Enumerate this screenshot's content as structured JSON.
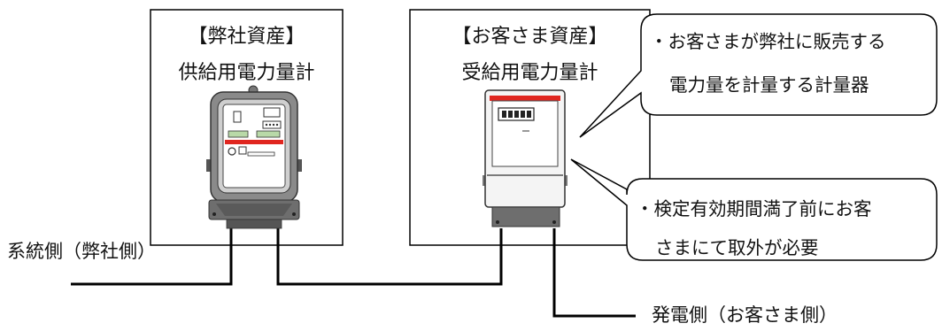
{
  "company_box": {
    "title": "【弊社資産】",
    "subtitle": "供給用電力量計"
  },
  "customer_box": {
    "title": "【お客さま資産】",
    "subtitle": "受給用電力量計"
  },
  "callout_top": {
    "line1": "・お客さまが弊社に販売する",
    "line2": "電力量を計量する計量器"
  },
  "callout_bottom": {
    "line1": "・検定有効期間満了前にお客",
    "line2": "さまにて取外が必要"
  },
  "labels": {
    "grid_side": "系統側（弊社側）",
    "generation_side": "発電側（お客さま側）"
  },
  "colors": {
    "line": "#000000",
    "meter_red": "#e0261f",
    "meter_old_body": "#8a8a8a",
    "meter_new_body": "#f4f4f4",
    "meter_base": "#6e6e6e"
  }
}
